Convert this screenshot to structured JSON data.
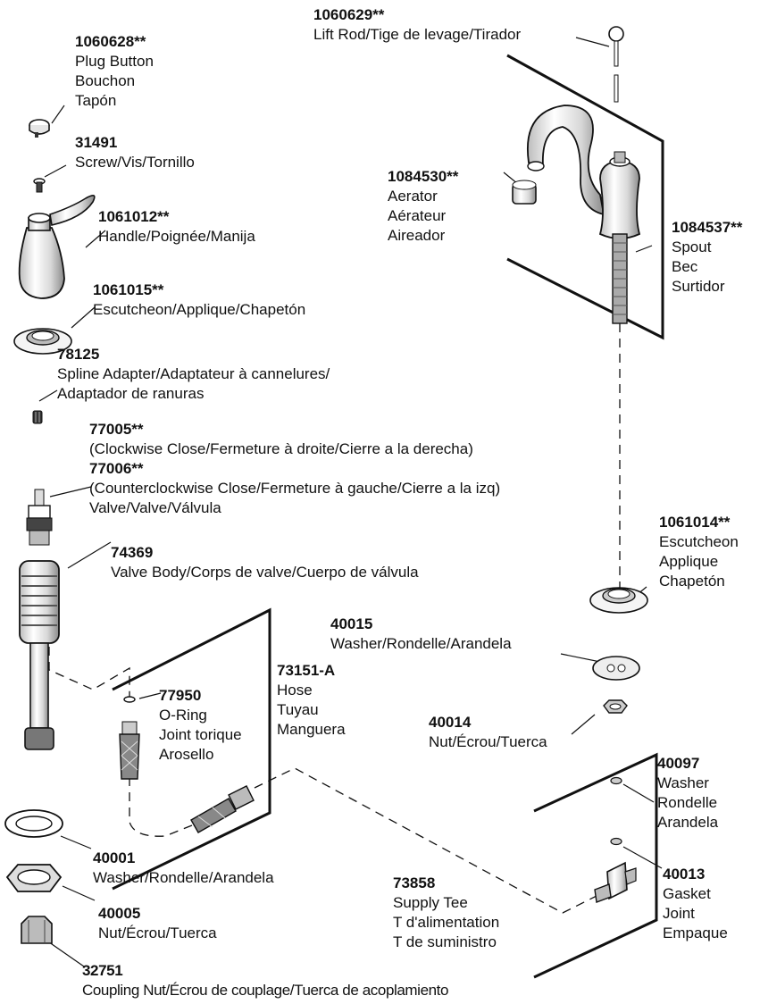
{
  "parts": {
    "lift_rod": {
      "number": "1060629**",
      "lines": [
        "Lift Rod/Tige de levage/Tirador"
      ]
    },
    "plug_button": {
      "number": "1060628**",
      "lines": [
        "Plug Button",
        "Bouchon",
        "Tapón"
      ]
    },
    "screw": {
      "number": "31491",
      "lines": [
        "Screw/Vis/Tornillo"
      ]
    },
    "handle": {
      "number": "1061012**",
      "lines": [
        "Handle/Poignée/Manija"
      ]
    },
    "escutcheon_handle": {
      "number": "1061015**",
      "lines": [
        "Escutcheon/Applique/Chapetón"
      ]
    },
    "spline_adapter": {
      "number": "78125",
      "lines": [
        "Spline Adapter/Adaptateur à cannelures/",
        "Adaptador de ranuras"
      ]
    },
    "valve": {
      "number_cw": "77005**",
      "cw_text": "(Clockwise Close/Fermeture à droite/Cierre a la derecha)",
      "number_ccw": "77006**",
      "ccw_text": "(Counterclockwise Close/Fermeture à gauche/Cierre a la izq)",
      "name": "Valve/Valve/Válvula"
    },
    "valve_body": {
      "number": "74369",
      "lines": [
        "Valve Body/Corps de valve/Cuerpo de válvula"
      ]
    },
    "aerator": {
      "number": "1084530**",
      "lines": [
        "Aerator",
        "Aérateur",
        "Aireador"
      ]
    },
    "spout": {
      "number": "1084537**",
      "lines": [
        "Spout",
        "Bec",
        "Surtidor"
      ]
    },
    "escutcheon_spout": {
      "number": "1061014**",
      "lines": [
        "Escutcheon",
        "Applique",
        "Chapetón"
      ]
    },
    "washer_40015": {
      "number": "40015",
      "lines": [
        "Washer/Rondelle/Arandela"
      ]
    },
    "nut_40014": {
      "number": "40014",
      "lines": [
        "Nut/Écrou/Tuerca"
      ]
    },
    "hose": {
      "number": "73151-A",
      "lines": [
        "Hose",
        "Tuyau",
        "Manguera"
      ]
    },
    "o_ring": {
      "number": "77950",
      "lines": [
        "O-Ring",
        "Joint torique",
        "Arosello"
      ]
    },
    "washer_40097": {
      "number": "40097",
      "lines": [
        "Washer",
        "Rondelle",
        "Arandela"
      ]
    },
    "gasket": {
      "number": "40013",
      "lines": [
        "Gasket",
        "Joint",
        "Empaque"
      ]
    },
    "supply_tee": {
      "number": "73858",
      "lines": [
        "Supply Tee",
        "T d'alimentation",
        "T de suministro"
      ]
    },
    "washer_40001": {
      "number": "40001",
      "lines": [
        "Washer/Rondelle/Arandela"
      ]
    },
    "nut_40005": {
      "number": "40005",
      "lines": [
        "Nut/Écrou/Tuerca"
      ]
    },
    "coupling_nut": {
      "number": "32751",
      "lines": [
        "Coupling Nut/Écrou de couplage/Tuerca de acoplamiento"
      ]
    }
  },
  "icons": [
    "lift-rod-icon",
    "plug-button-icon",
    "screw-icon",
    "handle-icon",
    "escutcheon-icon",
    "spline-adapter-icon",
    "valve-cartridge-icon",
    "valve-body-icon",
    "aerator-icon",
    "spout-icon",
    "washer-icon",
    "nut-icon",
    "hose-icon",
    "o-ring-icon",
    "supply-tee-icon",
    "gasket-icon",
    "coupling-nut-icon"
  ],
  "colors": {
    "line": "#111111",
    "fill_light": "#f2f2f2",
    "fill_mid": "#cfcfcf",
    "fill_dark": "#555555"
  }
}
